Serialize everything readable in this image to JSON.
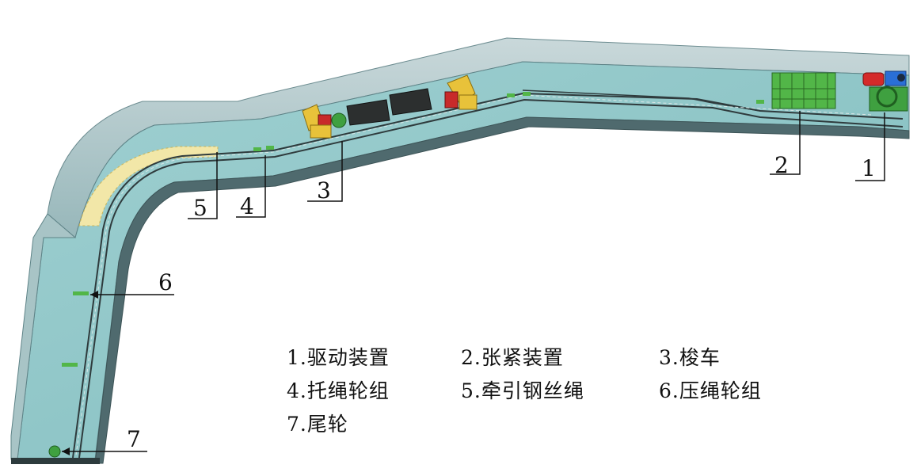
{
  "callouts": [
    {
      "num": "1"
    },
    {
      "num": "2"
    },
    {
      "num": "3"
    },
    {
      "num": "4"
    },
    {
      "num": "5"
    },
    {
      "num": "6"
    },
    {
      "num": "7"
    }
  ],
  "legend": [
    {
      "text": "1.驱动装置"
    },
    {
      "text": "2.张紧装置"
    },
    {
      "text": "3.梭车"
    },
    {
      "text": "4.托绳轮组"
    },
    {
      "text": "5.牵引钢丝绳"
    },
    {
      "text": "6.压绳轮组"
    },
    {
      "text": "7.尾轮"
    }
  ],
  "colors": {
    "tunnel_wall_top": "#a9c3c6",
    "tunnel_wall_face": "#7fa8ac",
    "tunnel_floor": "#8ec4c6",
    "tunnel_edge_dark": "#3d5457",
    "rail": "#2f3b3d",
    "drive_green": "#3fa040",
    "drive_red": "#d42a2a",
    "drive_blue": "#2a6fd6",
    "tensioner_green": "#52b648",
    "shuttle_yellow": "#e8c23a",
    "shuttle_red": "#c82a2a",
    "mine_car": "#2c2f2f",
    "curve_sleeper": "#f0e08a"
  }
}
